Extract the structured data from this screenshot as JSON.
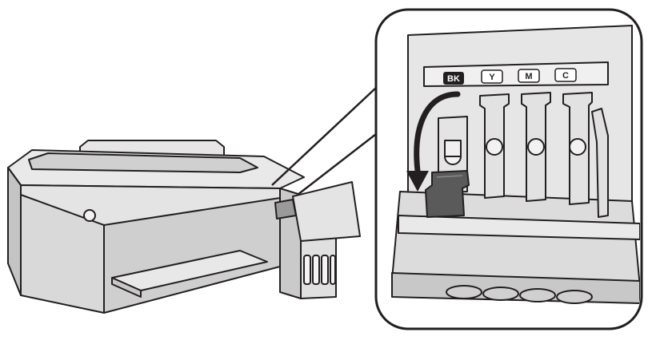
{
  "tank_labels": {
    "black": "BK",
    "yellow": "Y",
    "magenta": "M",
    "cyan": "C"
  },
  "colors": {
    "line": "#231f20",
    "printer_fill": "#d9d9d9",
    "printer_light": "#ececec",
    "printer_dark": "#bdbdbd",
    "cap_fill": "#5a5a5a",
    "label_black": "#231f20",
    "background": "#ffffff"
  },
  "icons": [
    "printer-illustration",
    "ink-tank-cap-icon",
    "curved-arrow-icon"
  ]
}
